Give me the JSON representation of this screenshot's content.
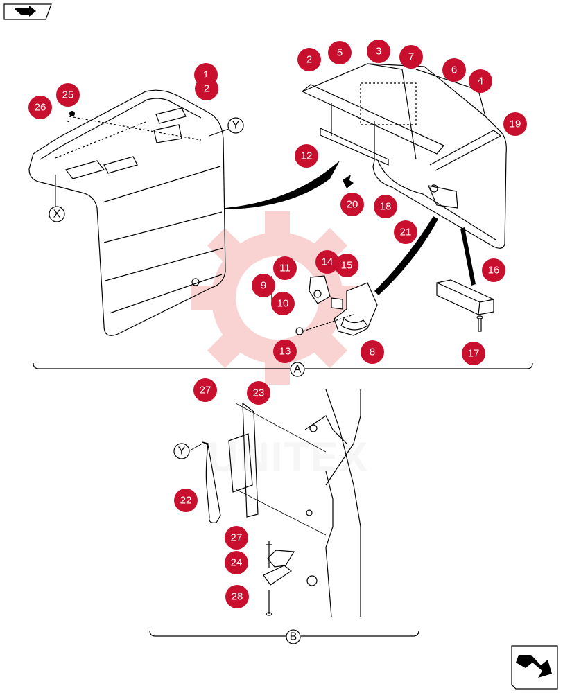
{
  "colors": {
    "callout_fill": "#c8102e",
    "callout_text": "#ffffff",
    "line": "#000000",
    "watermark": "#f08080"
  },
  "icons": {
    "top_nav": "nav-arrow-right-icon",
    "bottom_nav": "nav-arrow-down-right-icon"
  },
  "watermark": {
    "text": "UNITEX"
  },
  "section_labels": {
    "a": "A",
    "b": "B"
  },
  "reference_markers": {
    "x": "X",
    "y_top": "Y",
    "y_bottom": "Y"
  },
  "part_callouts": [
    "1",
    "2",
    "2",
    "3",
    "4",
    "5",
    "6",
    "7",
    "8",
    "9",
    "10",
    "11",
    "12",
    "13",
    "14",
    "15",
    "16",
    "17",
    "18",
    "19",
    "20",
    "21",
    "22",
    "23",
    "24",
    "25",
    "26",
    "27",
    "27",
    "28"
  ],
  "overlay_text": {
    "under_1": "2"
  }
}
